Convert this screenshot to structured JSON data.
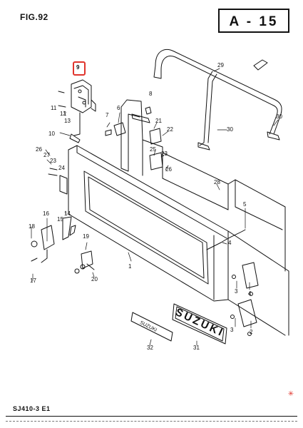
{
  "header": {
    "figure_label": "FIG.92",
    "page_code": "A - 15"
  },
  "footer": {
    "model_code": "SJ410-3 E1"
  },
  "highlight": {
    "part_number": "9",
    "color": "#e0342c"
  },
  "badges": {
    "small_badge_text": "SUZUKI",
    "large_badge_text": "SUZUKI"
  },
  "callouts": [
    {
      "id": "c9",
      "label": "9"
    },
    {
      "id": "c11",
      "label": "11"
    },
    {
      "id": "c12",
      "label": "12"
    },
    {
      "id": "c13",
      "label": "13"
    },
    {
      "id": "c10",
      "label": "10"
    },
    {
      "id": "c8",
      "label": "8"
    },
    {
      "id": "c7",
      "label": "7"
    },
    {
      "id": "c6",
      "label": "6"
    },
    {
      "id": "c21",
      "label": "21"
    },
    {
      "id": "c22",
      "label": "22"
    },
    {
      "id": "c25",
      "label": "25"
    },
    {
      "id": "c23",
      "label": "23"
    },
    {
      "id": "c26",
      "label": "26"
    },
    {
      "id": "c29",
      "label": "29"
    },
    {
      "id": "c30a",
      "label": "30"
    },
    {
      "id": "c30b",
      "label": "30"
    },
    {
      "id": "c26b",
      "label": "26"
    },
    {
      "id": "c27",
      "label": "27"
    },
    {
      "id": "c23b",
      "label": "23"
    },
    {
      "id": "c24",
      "label": "24"
    },
    {
      "id": "c28",
      "label": "28"
    },
    {
      "id": "c16",
      "label": "16"
    },
    {
      "id": "c14",
      "label": "14"
    },
    {
      "id": "c18",
      "label": "18"
    },
    {
      "id": "c15",
      "label": "15"
    },
    {
      "id": "c5",
      "label": "5"
    },
    {
      "id": "c19",
      "label": "19"
    },
    {
      "id": "c1",
      "label": "1"
    },
    {
      "id": "c4",
      "label": "4"
    },
    {
      "id": "c17",
      "label": "17"
    },
    {
      "id": "c20",
      "label": "20"
    },
    {
      "id": "c3a",
      "label": "3"
    },
    {
      "id": "c4b",
      "label": "4"
    },
    {
      "id": "c2",
      "label": "2"
    },
    {
      "id": "c3b",
      "label": "3"
    },
    {
      "id": "c32",
      "label": "32"
    },
    {
      "id": "c31",
      "label": "31"
    }
  ]
}
